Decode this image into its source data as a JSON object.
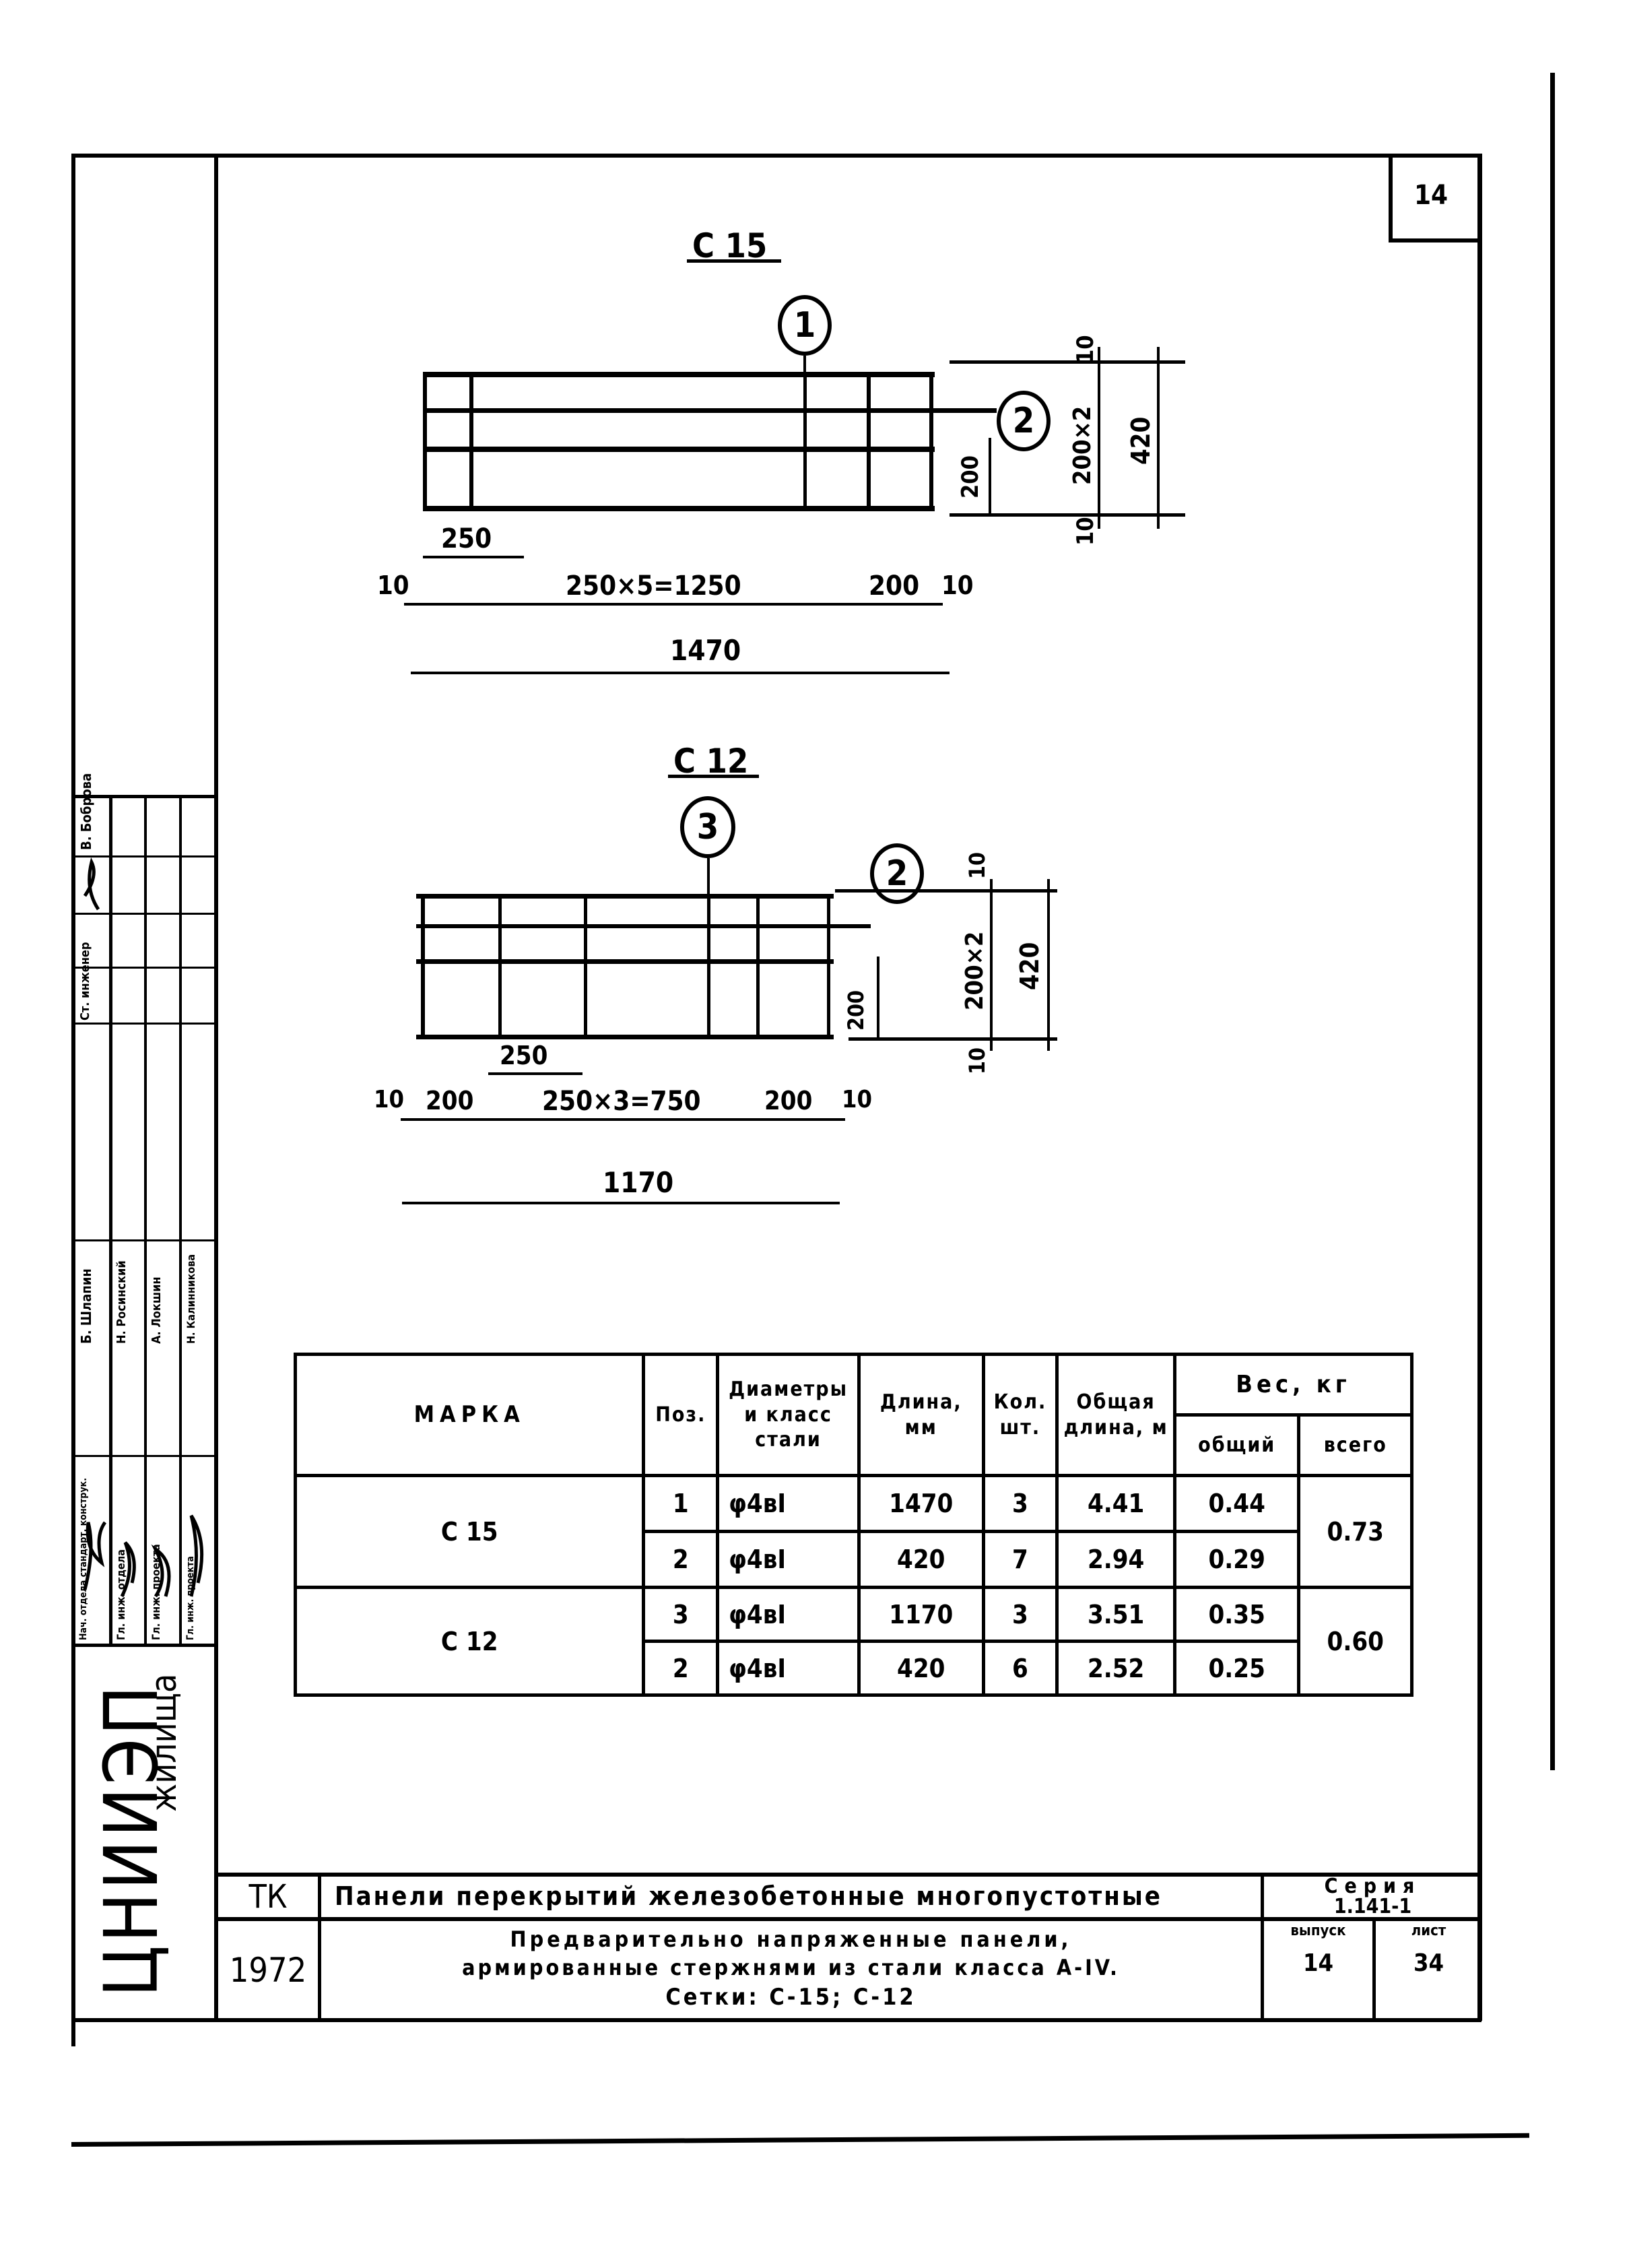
{
  "sheet_number": "14",
  "drawings": [
    {
      "title": "С 15",
      "position_markers": [
        "1",
        "2"
      ],
      "dims": {
        "first_bay": "250",
        "left_edge": "10",
        "middle": "250×5=1250",
        "last_bay": "200",
        "right_edge": "10",
        "overall": "1470",
        "side_top": "10",
        "side_spacing": "200×2",
        "side_overall": "420",
        "side_bottom": "10",
        "inner": "200"
      }
    },
    {
      "title": "С 12",
      "position_markers": [
        "3",
        "2"
      ],
      "dims": {
        "first_bay": "250",
        "left_edge": "10",
        "left_bay": "200",
        "middle": "250×3=750",
        "last_bay": "200",
        "right_edge": "10",
        "overall": "1170",
        "side_top": "10",
        "side_spacing": "200×2",
        "side_overall": "420",
        "side_bottom": "10",
        "inner": "200"
      }
    }
  ],
  "spec_table": {
    "headers": {
      "mark": "МАРКА",
      "pos": "Поз.",
      "diam": "Диаметры и класс стали",
      "length": "Длина, мм",
      "qty": "Кол. шт.",
      "total_length": "Общая длина, м",
      "weight": "Вес, кг",
      "weight_total": "общий",
      "weight_all": "всего"
    },
    "groups": [
      {
        "mark": "С 15",
        "total": "0.73",
        "rows": [
          {
            "pos": "1",
            "diam": "φ4вI",
            "length": "1470",
            "qty": "3",
            "total_length": "4.41",
            "weight": "0.44"
          },
          {
            "pos": "2",
            "diam": "φ4вI",
            "length": "420",
            "qty": "7",
            "total_length": "2.94",
            "weight": "0.29"
          }
        ]
      },
      {
        "mark": "С 12",
        "total": "0.60",
        "rows": [
          {
            "pos": "3",
            "diam": "φ4вI",
            "length": "1170",
            "qty": "3",
            "total_length": "3.51",
            "weight": "0.35"
          },
          {
            "pos": "2",
            "diam": "φ4вI",
            "length": "420",
            "qty": "6",
            "total_length": "2.52",
            "weight": "0.25"
          }
        ]
      }
    ]
  },
  "title_block": {
    "org_code": "ТК",
    "year": "1972",
    "line1": "Панели перекрытий железобетонные многопустотные",
    "line2": "Предварительно напряженные панели,",
    "line3": "армированные стержнями из стали класса А-IV.",
    "line4": "Сетки: С-15; С-12",
    "series_label": "Серия",
    "series_value": "1.141-1",
    "issue_label": "выпуск",
    "issue_value": "14",
    "sheet_label": "лист",
    "sheet_value": "34"
  },
  "stamp": {
    "rows": [
      {
        "role": "Нач. отдела стандарт. конструк.",
        "name": "Б. Шлапин"
      },
      {
        "role": "Гл. инж. отдела",
        "name": "Н. Росинский"
      },
      {
        "role": "Гл. инж. проекта",
        "name": "А. Локшин"
      },
      {
        "role": "Гл. инж. проекта",
        "name": "Н. Калинникова"
      }
    ],
    "top_row": {
      "role": "Ст. инженер",
      "name": "В. Боброва"
    },
    "logo": "ЦНИИЭП",
    "logo_sub": "жилища"
  }
}
